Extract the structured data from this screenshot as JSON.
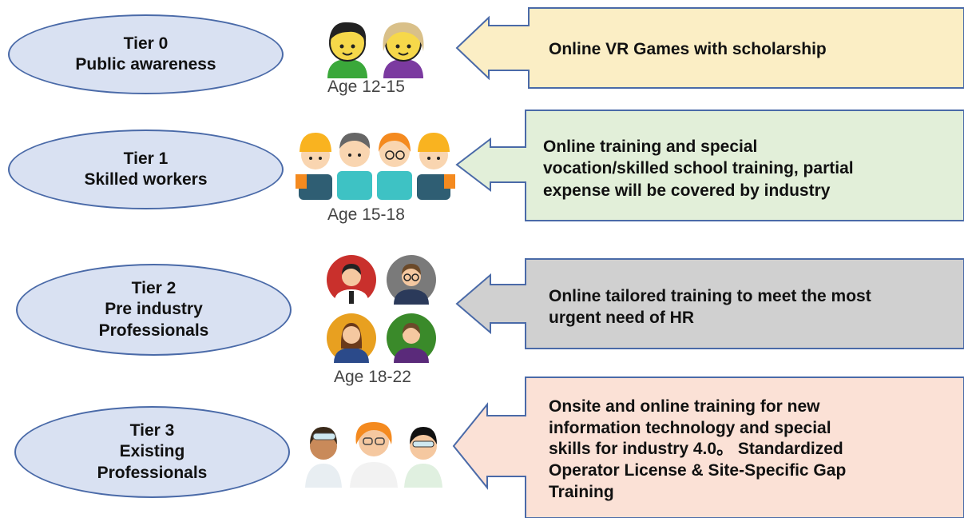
{
  "tiers": [
    {
      "title": "Tier 0",
      "subtitle_lines": [
        "Public awareness"
      ],
      "age": "Age 12-15",
      "box_text_lines": [
        "Online VR Games with scholarship"
      ],
      "box_fill": "#fbeec5",
      "box_stroke": "#4a6aa8"
    },
    {
      "title": "Tier 1",
      "subtitle_lines": [
        "Skilled workers"
      ],
      "age": "Age 15-18",
      "box_text_lines": [
        "Online training and special",
        "vocation/skilled school training, partial",
        "expense will be covered by industry"
      ],
      "box_fill": "#e2efd9",
      "box_stroke": "#4a6aa8"
    },
    {
      "title": "Tier 2",
      "subtitle_lines": [
        "Pre industry",
        "Professionals"
      ],
      "age": "Age 18-22",
      "box_text_lines": [
        "Online tailored training to meet the most",
        "urgent need of HR"
      ],
      "box_fill": "#d0d0d0",
      "box_stroke": "#4a6aa8"
    },
    {
      "title": "Tier 3",
      "subtitle_lines": [
        "Existing",
        "Professionals"
      ],
      "age": "",
      "box_text_lines": [
        "Onsite and online training for new",
        "information technology and special",
        "skills for industry 4.0。 Standardized",
        "Operator License & Site-Specific Gap",
        "Training"
      ],
      "box_fill": "#fbe1d6",
      "box_stroke": "#4a6aa8"
    }
  ],
  "icons": {
    "tier0": "two-children-icon",
    "tier1": "four-workers-icon",
    "tier2": "four-professionals-icon",
    "tier3": "three-scientists-icon"
  }
}
